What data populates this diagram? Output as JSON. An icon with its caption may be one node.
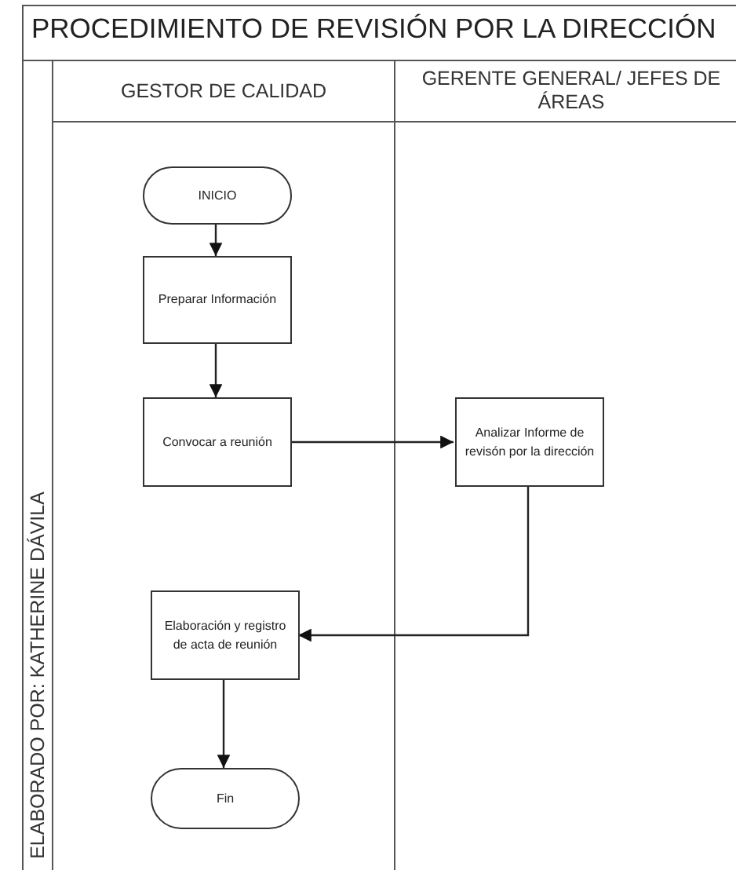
{
  "diagram": {
    "title": "PROCEDIMIENTO DE REVISIÓN POR LA DIRECCIÓN",
    "nodes": [
      {
        "text": [
          "GESTOR DE CALIDAD"
        ]
      },
      {
        "text": [
          "GERENTE GENERAL/ JEFES DE ÁREAS"
        ]
      },
      {
        "text": [
          "INICIO"
        ],
        "in": 0
      },
      {
        "text": [
          "Preparar Información"
        ],
        "in": 0
      },
      {
        "text": [
          "Convocar a reunión"
        ],
        "in": 0
      },
      {
        "text": [
          "Analizar Informe de revisón por la dirección"
        ],
        "in": 1
      },
      {
        "text": [
          "Elaboración y registro de acta de reunión"
        ],
        "in": 0
      },
      {
        "text": [
          "Fin"
        ],
        "in": 0
      }
    ],
    "edges": [
      {
        "from": 2,
        "to": 3,
        "arrow": "to"
      },
      {
        "from": 3,
        "to": 4,
        "arrow": "to"
      },
      {
        "from": 4,
        "to": 5,
        "arrow": "to"
      },
      {
        "from": 5,
        "to": 6,
        "arrow": "to"
      },
      {
        "from": 6,
        "to": 7,
        "arrow": "to"
      }
    ],
    "labels": [
      "ELABORADO POR: KATHERINE DÁVILA"
    ]
  }
}
